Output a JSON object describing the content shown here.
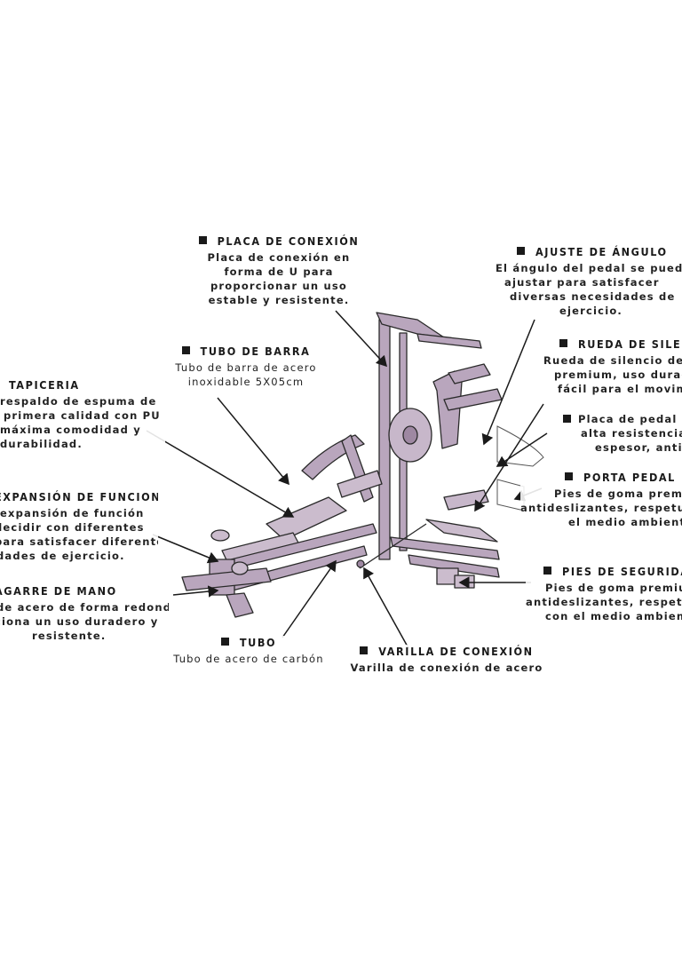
{
  "labels": {
    "placa_conexion": {
      "title": "PLACA DE CONEXIÓN",
      "lines": [
        "Placa de conexión en",
        "forma de U para",
        "proporcionar un uso",
        "estable y resistente."
      ]
    },
    "ajuste_angulo": {
      "title": "AJUSTE DE ÁNGULO",
      "lines": [
        "El ángulo del pedal se puede",
        "ajustar para satisfacer",
        "diversas necesidades de",
        "ejercicio."
      ]
    },
    "tubo_barra": {
      "title": "TUBO DE BARRA",
      "lines": [
        "Tubo de barra de acero",
        "inoxidable 5X05cm"
      ]
    },
    "rueda_silencio": {
      "title": "RUEDA DE SILENCIO",
      "lines": [
        "Rueda de silencio de",
        "premium, uso duradero",
        "fácil para el movimiento"
      ]
    },
    "tapiceria": {
      "title": "TAPICERIA",
      "lines": [
        "respaldo de espuma de",
        "primera calidad con PU",
        "máxima comodidad y",
        "durabilidad."
      ]
    },
    "placa_pedal": {
      "title": "",
      "lines": [
        "Placa de pedal de",
        "alta resistencia",
        "espesor, anti"
      ]
    },
    "expansion": {
      "title": "EXPANSIÓN DE FUNCIONES",
      "lines": [
        "expansión de función",
        "decidir con diferentes",
        "para satisfacer diferentes",
        "dades de ejercicio."
      ]
    },
    "porta_pedal": {
      "title": "PORTA PEDAL",
      "lines": [
        "Pies de goma premium",
        "antideslizantes, respetuoso",
        "el medio ambiente"
      ]
    },
    "agarre": {
      "title": "AGARRE DE MANO",
      "lines": [
        "de acero de forma redonda",
        "ciona un uso duradero y",
        "resistente."
      ]
    },
    "pies_seguridad": {
      "title": "PIES DE SEGURIDAD",
      "lines": [
        "Pies de goma premium",
        "antideslizantes, respetuoso",
        "con el medio ambiente"
      ]
    },
    "tubo": {
      "title": "TUBO",
      "lines": [
        "Tubo de acero de carbón"
      ]
    },
    "varilla": {
      "title": "VARILLA DE CONEXIÓN",
      "lines": [
        "Varilla de conexión de acero"
      ]
    }
  },
  "colors": {
    "frame": "#b09bb4",
    "outline": "#2a2a2a",
    "text": "#1f1f1f"
  }
}
